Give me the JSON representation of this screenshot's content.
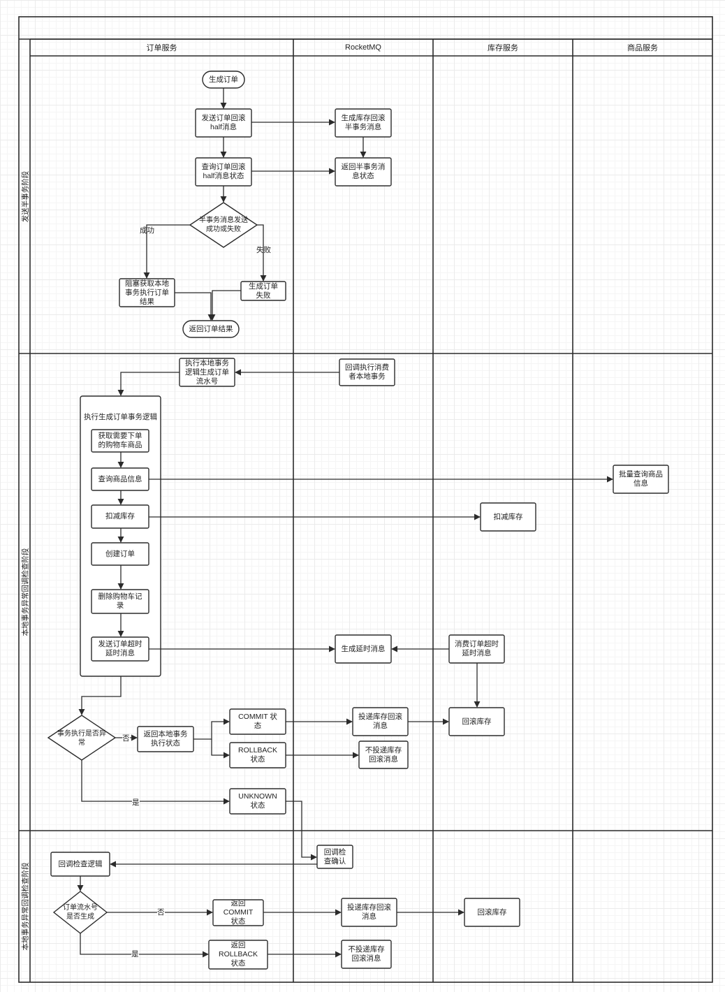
{
  "lanes": [
    "订单服务",
    "RocketMQ",
    "库存服务",
    "商品服务"
  ],
  "phases": [
    "发送半事务阶段",
    "本地事务异常回调检查阶段",
    "本地事务异常回调检查阶段"
  ],
  "nodes": {
    "n_start": "生成订单",
    "n_send_half": "发送订单回滚\nhalf消息",
    "n_mq_gen_half": "生成库存回滚\n半事务消息",
    "n_query_half": "查询订单回滚\nhalf消息状态",
    "n_mq_return_half": "返回半事务消\n息状态",
    "n_decision_half": "半事务消息发送\n成功或失败",
    "n_block_get": "阻塞获取本地\n事务执行订单\n结果",
    "n_gen_fail": "生成订单\n失败",
    "n_return_result": "返回订单结果",
    "n_exec_local": "执行本地事务\n逻辑生成订单\n流水号",
    "n_mq_callback": "回调执行消费\n者本地事务",
    "n_get_cart": "获取需要下单\n的购物车商品",
    "n_query_goods": "查询商品信息",
    "n_goods_batch": "批量查询商品\n信息",
    "n_deduct": "扣减库存",
    "n_stock_deduct": "扣减库存",
    "n_create_order": "创建订单",
    "n_delete_cart": "删除购物车记\n录",
    "n_send_delay": "发送订单超时\n延时消息",
    "n_mq_gen_delay": "生成延时消息",
    "n_stock_consume": "消费订单超时\n延时消息",
    "n_stock_rollback1": "回滚库存",
    "n_decision_exc": "事务执行是否异\n常",
    "n_return_local": "返回本地事务\n执行状态",
    "n_commit_state": "COMMIT 状\n态",
    "n_rollback_state": "ROLLBACK\n状态",
    "n_unknown_state": "UNKNOWN\n状态",
    "n_mq_deliver1": "投递库存回滚\n消息",
    "n_mq_nodeliver1": "不投递库存\n回滚消息",
    "n_mq_check": "回调检\n查确认",
    "n_check_logic": "回调检查逻辑",
    "n_decision_serial": "订单流水号\n是否生成",
    "n_ret_commit": "返回\nCOMMIT\n状态",
    "n_ret_rollback": "返回\nROLLBACK\n状态",
    "n_mq_deliver2": "投递库存回滚\n消息",
    "n_mq_nodeliver2": "不投递库存\n回滚消息",
    "n_stock_rollback2": "回滚库存"
  },
  "group": {
    "title": "执行生成订单事务逻辑"
  },
  "edge_labels": {
    "success": "成功",
    "fail": "失败",
    "no1": "否",
    "yes1": "是",
    "no2": "否",
    "yes2": "是"
  },
  "colors": {
    "stroke": "#2b2b2b",
    "grid": "#ebebeb",
    "background": "#ffffff"
  }
}
